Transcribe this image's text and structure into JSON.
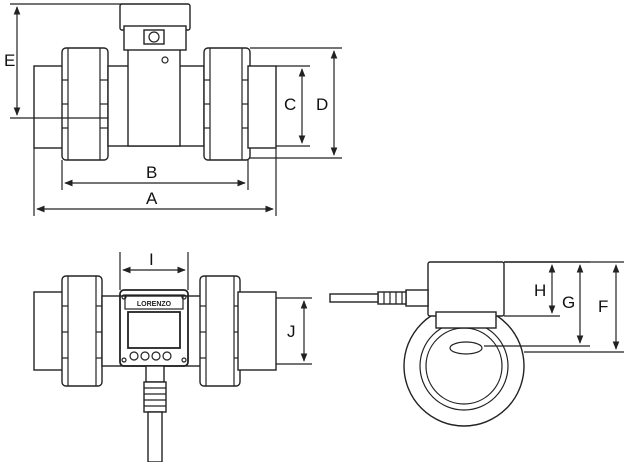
{
  "drawing": {
    "views": {
      "side": {
        "dimensions": [
          "A",
          "B",
          "C",
          "D",
          "E"
        ]
      },
      "front": {
        "dimensions": [
          "I",
          "J"
        ],
        "brand_label": "LORENZO"
      },
      "end": {
        "dimensions": [
          "F",
          "G",
          "H"
        ]
      }
    }
  },
  "colors": {
    "line": "#222222",
    "background": "#ffffff"
  }
}
